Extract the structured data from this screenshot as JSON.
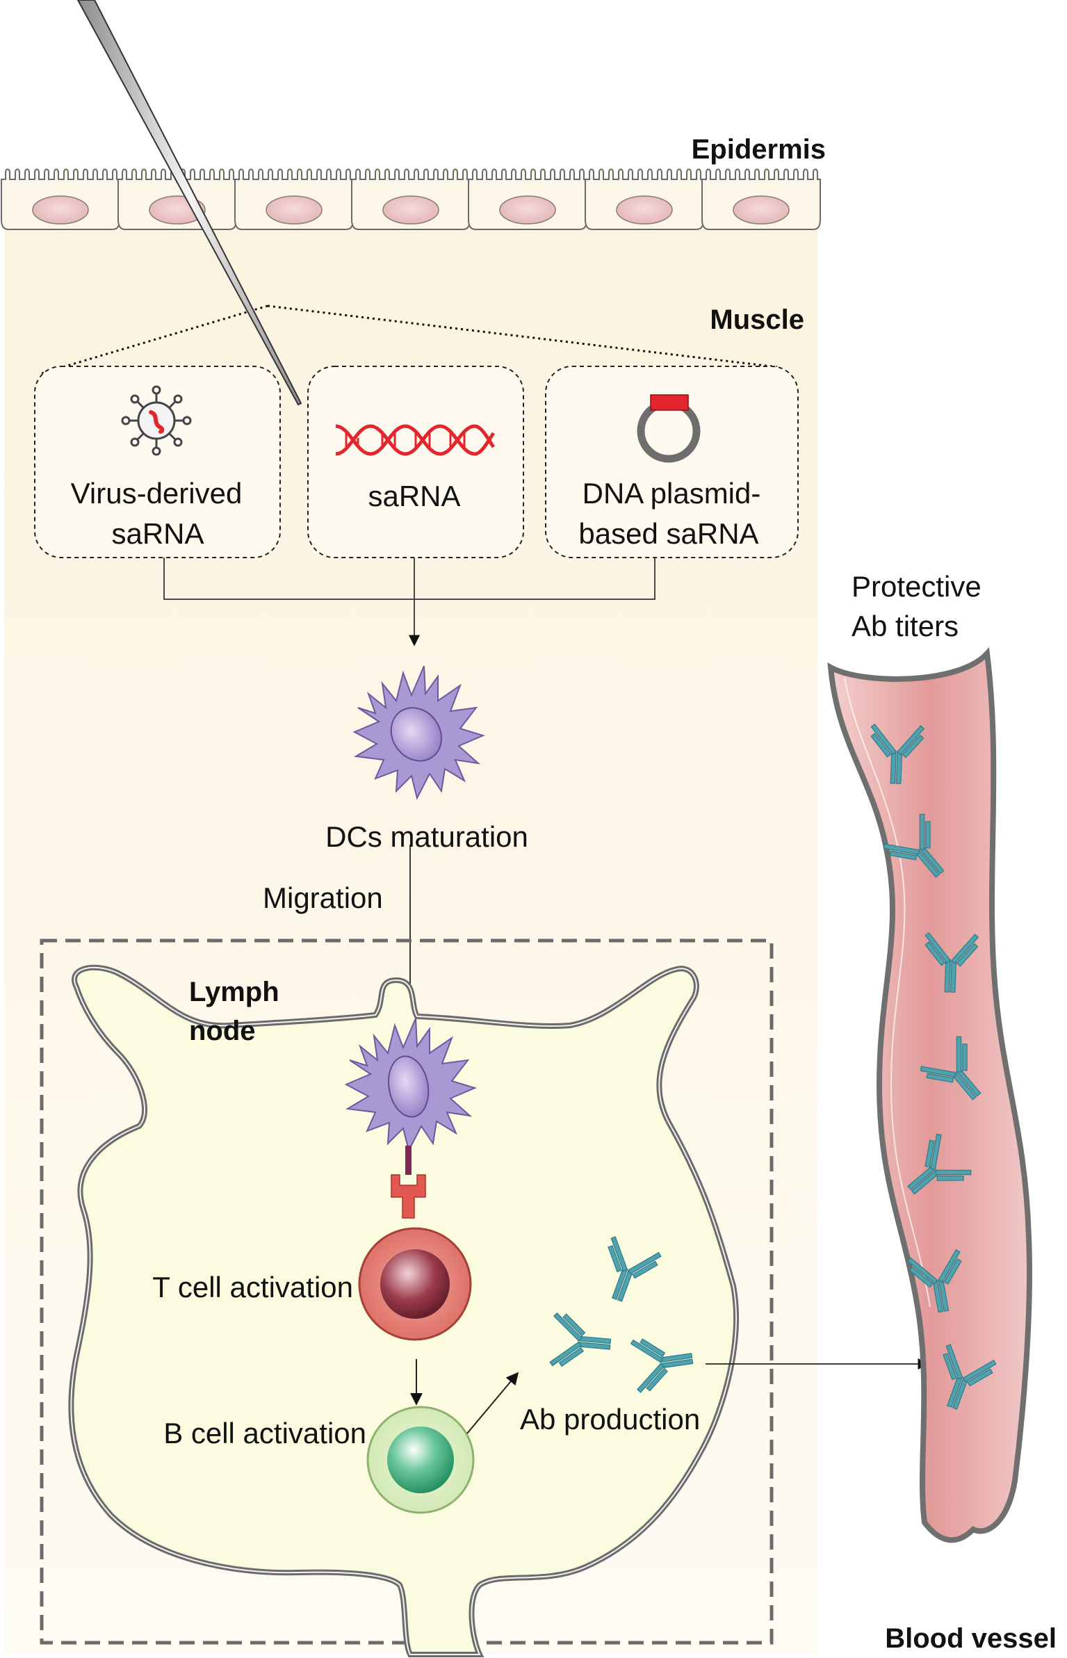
{
  "labels": {
    "epidermis": "Epidermis",
    "muscle": "Muscle",
    "virus_line1": "Virus-derived",
    "virus_line2": "saRNA",
    "sarna": "saRNA",
    "dna_line1": "DNA plasmid-",
    "dna_line2": "based saRNA",
    "dc_maturation": "DCs maturation",
    "migration": "Migration",
    "lymph_line1": "Lymph",
    "lymph_line2": "node",
    "t_cell": "T cell activation",
    "b_cell": "B cell activation",
    "ab_production": "Ab production",
    "protective_line1": "Protective",
    "protective_line2": "Ab titers",
    "blood_vessel": "Blood vessel"
  },
  "icons": {
    "virus": "virus-icon",
    "rna": "rna-strand-icon",
    "plasmid": "plasmid-icon",
    "dendritic_cell": "dendritic-cell-icon",
    "t_cell": "t-cell-icon",
    "b_cell": "b-cell-icon",
    "antibody": "antibody-icon",
    "needle": "needle-icon"
  },
  "colors": {
    "tissue": "#fdf6e6",
    "epidermis_cell": "#fbf6e8",
    "nucleus": "#ecc6c8",
    "lymph_node": "#fbfbe0",
    "dendritic_cell": "#9b8ac6",
    "t_cell": "#d86a63",
    "b_cell": "#9fd9a2",
    "antibody": "#4fa2ae",
    "vessel": "#e7a3a3",
    "rna": "#e3262d"
  }
}
